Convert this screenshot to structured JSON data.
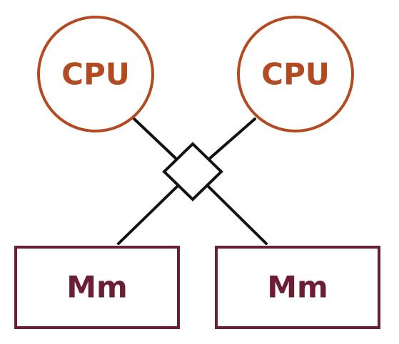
{
  "diagram": {
    "cpus": [
      {
        "label": "CPU"
      },
      {
        "label": "CPU"
      }
    ],
    "memories": [
      {
        "label": "Mm"
      },
      {
        "label": "Mm"
      }
    ],
    "switch": {
      "shape": "diamond"
    },
    "colors": {
      "cpu": "#b24a22",
      "memory": "#6b1f35",
      "link": "#111111",
      "switch": "#111111",
      "background": "#ffffff"
    }
  }
}
